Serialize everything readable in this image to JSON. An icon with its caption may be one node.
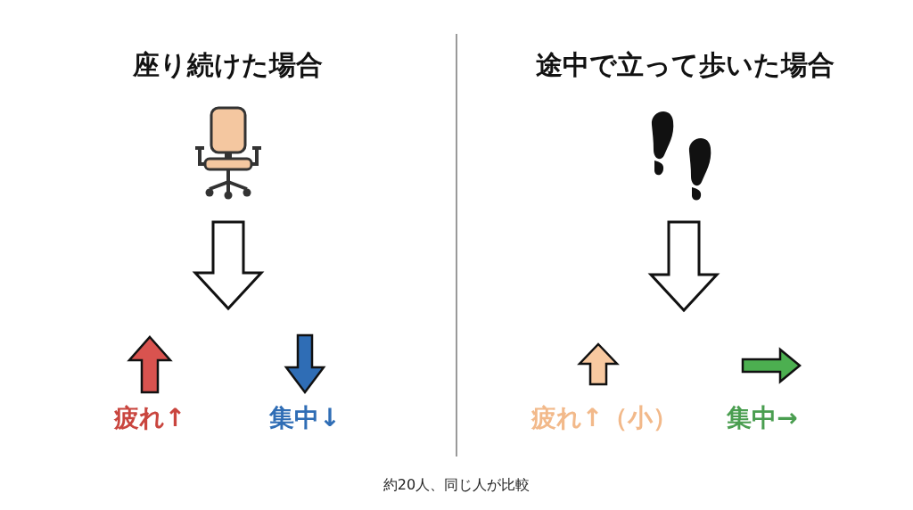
{
  "diagram": {
    "caption": "約20人、同じ人が比較",
    "nodes": [
      {
        "text": [],
        "shape": "picture"
      },
      {
        "text": [],
        "shape": "picture"
      }
    ],
    "edges": [
      {
        "from": 0,
        "to": null,
        "arrow": "to"
      },
      {
        "from": 1,
        "to": null,
        "arrow": "to"
      }
    ],
    "labels": [
      "座り続けた場合",
      "途中で立って歩いた場合",
      "疲れ↑",
      "集中↓",
      "疲れ↑（小）",
      "集中→"
    ]
  }
}
